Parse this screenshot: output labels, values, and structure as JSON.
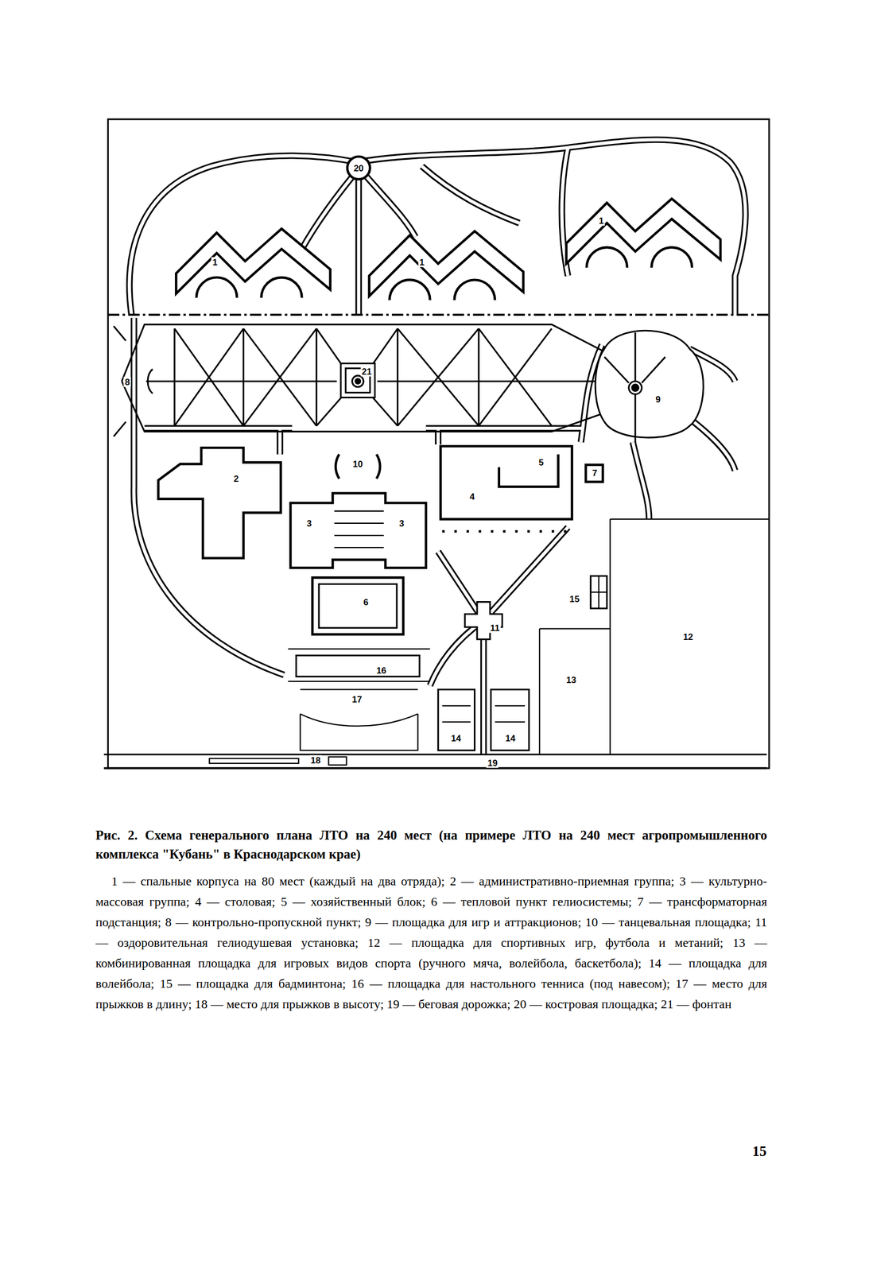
{
  "diagram": {
    "caption": "Рис. 2. Схема генерального плана ЛТО на 240 мест (на примере ЛТО на 240 мест агропромышленного комплекса \"Кубань\" в Краснодарском крае)",
    "labels": [
      "20",
      "1",
      "1",
      "1",
      "21",
      "8",
      "9",
      "10",
      "2",
      "5",
      "7",
      "4",
      "3",
      "3",
      "6",
      "15",
      "11",
      "12",
      "13",
      "16",
      "17",
      "14",
      "14",
      "18",
      "19",
      "1 — спальные корпуса на 80 мест (каждый на два отряда);",
      "2 — административно-приемная группа;",
      "3 — культурно-массовая группа;",
      "4 — столовая;",
      "5 — хозяйственный блок;",
      "6 — тепловой пункт гелиосистемы;",
      "7 — трансформаторная подстанция;",
      "8 — контрольно-пропускной пункт;",
      "9 — площадка для игр и аттракционов;",
      "10 — танцевальная площадка;",
      "11 — оздоровительная гелиодушевая установка;",
      "12 — площадка для спортивных игр, футбола и метаний;",
      "13 — комбинированная площадка для игровых видов спорта (ручного мяча, волейбола, баскетбола);",
      "14 — площадка для волейбола;",
      "15 — площадка для бадминтона;",
      "16 — площадка для настольного тенниса (под навесом);",
      "17 — место для прыжков в длину;",
      "18 — место для прыжков в высоту;",
      "19 — беговая дорожка;",
      "20 — костровая площадка;",
      "21 — фонтан",
      "15"
    ]
  }
}
